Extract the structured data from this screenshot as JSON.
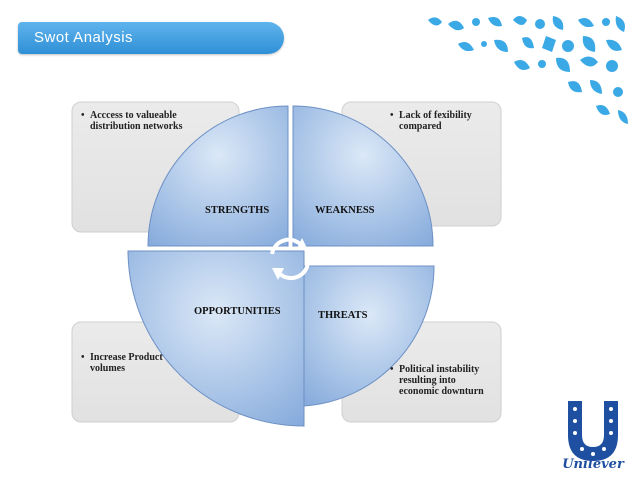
{
  "slide": {
    "title": "Swot Analysis"
  },
  "boxes": {
    "top_left": "Acccess to valueable distribution networks",
    "top_right": "Lack of fexibility compared",
    "bottom_left": "Increase Product volumes",
    "bottom_right": "Political instability resulting into economic downturn"
  },
  "quadrants": {
    "strengths": "STRENGTHS",
    "weakness": "WEAKNESS",
    "opportunities": "OPPORTUNITIES",
    "threats": "THREATS"
  },
  "logo": {
    "wordmark": "Unilever"
  },
  "colors": {
    "title_bar": "#3a9be0",
    "box_fill": "#e6e6e6",
    "circle_light": "#cfe0f5",
    "circle_dark": "#7ea6da",
    "brand_blue": "#1e4fa0",
    "pattern_blue": "#2fa3e3"
  }
}
